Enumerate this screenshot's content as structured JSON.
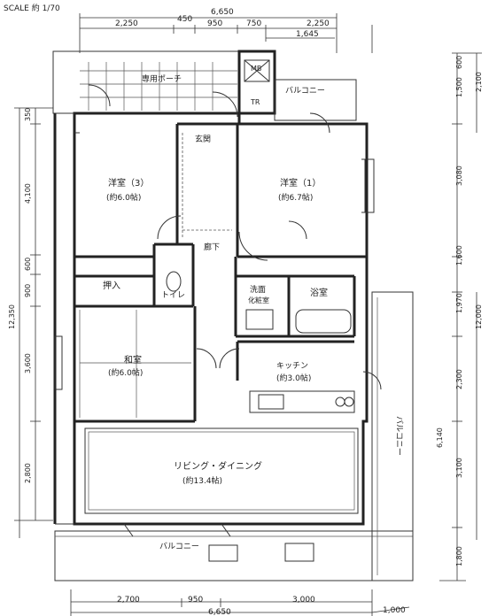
{
  "scale": "SCALE 約 1/70",
  "dimensions": {
    "top_total": "6,650",
    "top_segments": [
      "2,250",
      "450",
      "950",
      "750",
      "2,250"
    ],
    "top_sub": "1,645",
    "bottom_segments": [
      "2,700",
      "950",
      "3,000"
    ],
    "bottom_total": "6,650",
    "bottom_extra": "1,000",
    "left_segments": [
      "350",
      "4,100",
      "600",
      "900",
      "3,600",
      "2,800"
    ],
    "left_total": "12,350",
    "right_segments": [
      "1,500",
      "600",
      "3,080",
      "1,600",
      "1,970",
      "2,300",
      "3,100",
      "1,800"
    ],
    "right_total_top": "2,100",
    "right_total_mid": "12,000",
    "right_total_low": "6,140"
  },
  "rooms": {
    "private_porch": "専用ポーチ",
    "balcony_top": "バルコニー",
    "entrance": "玄関",
    "western_3": "洋室（3）",
    "western_3_size": "(約6.0帖)",
    "western_1": "洋室（1）",
    "western_1_size": "(約6.7帖)",
    "hallway": "廊下",
    "oshiire": "押入",
    "toilet": "トイレ",
    "washroom": "洗面",
    "washroom_sub": "化粧室",
    "bath": "浴室",
    "washitsu": "和室",
    "washitsu_size": "(約6.0帖)",
    "kitchen": "キッチン",
    "kitchen_size": "(約3.0帖)",
    "living": "リビング・ダイニング",
    "living_size": "(約13.4帖)",
    "balcony_bottom": "バルコニー",
    "balcony_right": "バルコニー",
    "mb": "MB",
    "tr": "TR"
  }
}
